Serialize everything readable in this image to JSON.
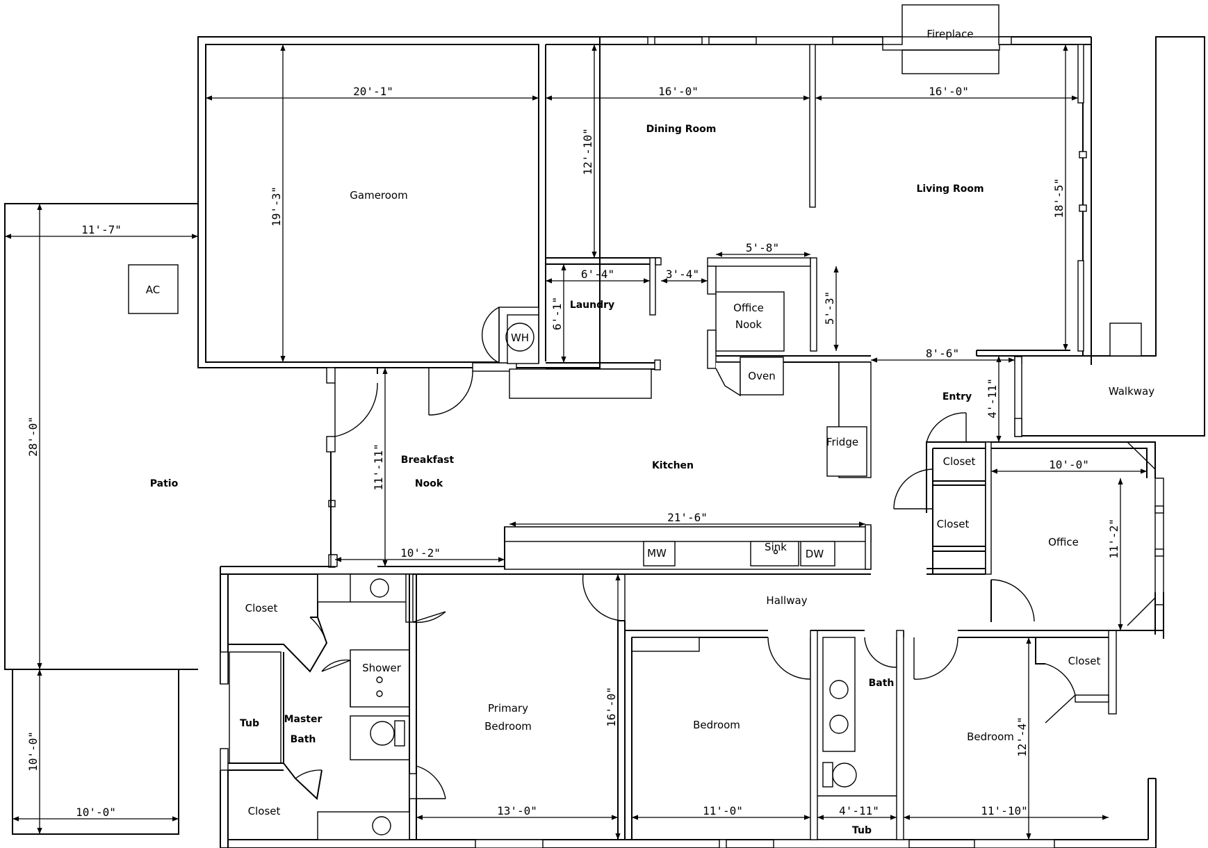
{
  "rooms": {
    "fireplace": "Fireplace",
    "dining_room": "Dining Room",
    "living_room": "Living Room",
    "gameroom": "Gameroom",
    "ac": "AC",
    "laundry": "Laundry",
    "wh": "WH",
    "office_nook_line1": "Office",
    "office_nook_line2": "Nook",
    "oven": "Oven",
    "entry": "Entry",
    "walkway": "Walkway",
    "fridge": "Fridge",
    "breakfast_nook_line1": "Breakfast",
    "breakfast_nook_line2": "Nook",
    "kitchen": "Kitchen",
    "patio": "Patio",
    "closet_entry_1": "Closet",
    "closet_entry_2": "Closet",
    "office": "Office",
    "mw": "MW",
    "sink": "Sink",
    "dw": "DW",
    "hallway": "Hallway",
    "closet_master_1": "Closet",
    "shower": "Shower",
    "tub_master": "Tub",
    "master_bath_line1": "Master",
    "master_bath_line2": "Bath",
    "closet_master_2": "Closet",
    "primary_bedroom_line1": "Primary",
    "primary_bedroom_line2": "Bedroom",
    "bedroom_2": "Bedroom",
    "bath": "Bath",
    "bedroom_3": "Bedroom",
    "closet_bedroom_3": "Closet",
    "tub_bath": "Tub"
  },
  "dimensions": {
    "gameroom_width": "20'-1\"",
    "dining_width": "16'-0\"",
    "living_width": "16'-0\"",
    "gameroom_depth": "19'-3\"",
    "dining_depth": "12'-10\"",
    "living_depth": "18'-5\"",
    "patio_width": "11'-7\"",
    "patio_depth": "28'-0\"",
    "office_nook_width": "5'-8\"",
    "laundry_width": "6'-4\"",
    "opening_width": "3'-4\"",
    "laundry_depth": "6'-1\"",
    "office_nook_depth": "5'-3\"",
    "entry_width": "8'-6\"",
    "entry_depth": "4'-11\"",
    "breakfast_depth": "11'-11\"",
    "office_width": "10'-0\"",
    "counter_width": "21'-6\"",
    "office_depth": "11'-2\"",
    "breakfast_width": "10'-2\"",
    "primary_depth": "16'-0\"",
    "bedroom3_depth": "12'-4\"",
    "porch_depth": "10'-0\"",
    "porch_width": "10'-0\"",
    "primary_width": "13'-0\"",
    "bedroom2_width": "11'-0\"",
    "bath_width": "4'-11\"",
    "bedroom3_width": "11'-10\""
  }
}
